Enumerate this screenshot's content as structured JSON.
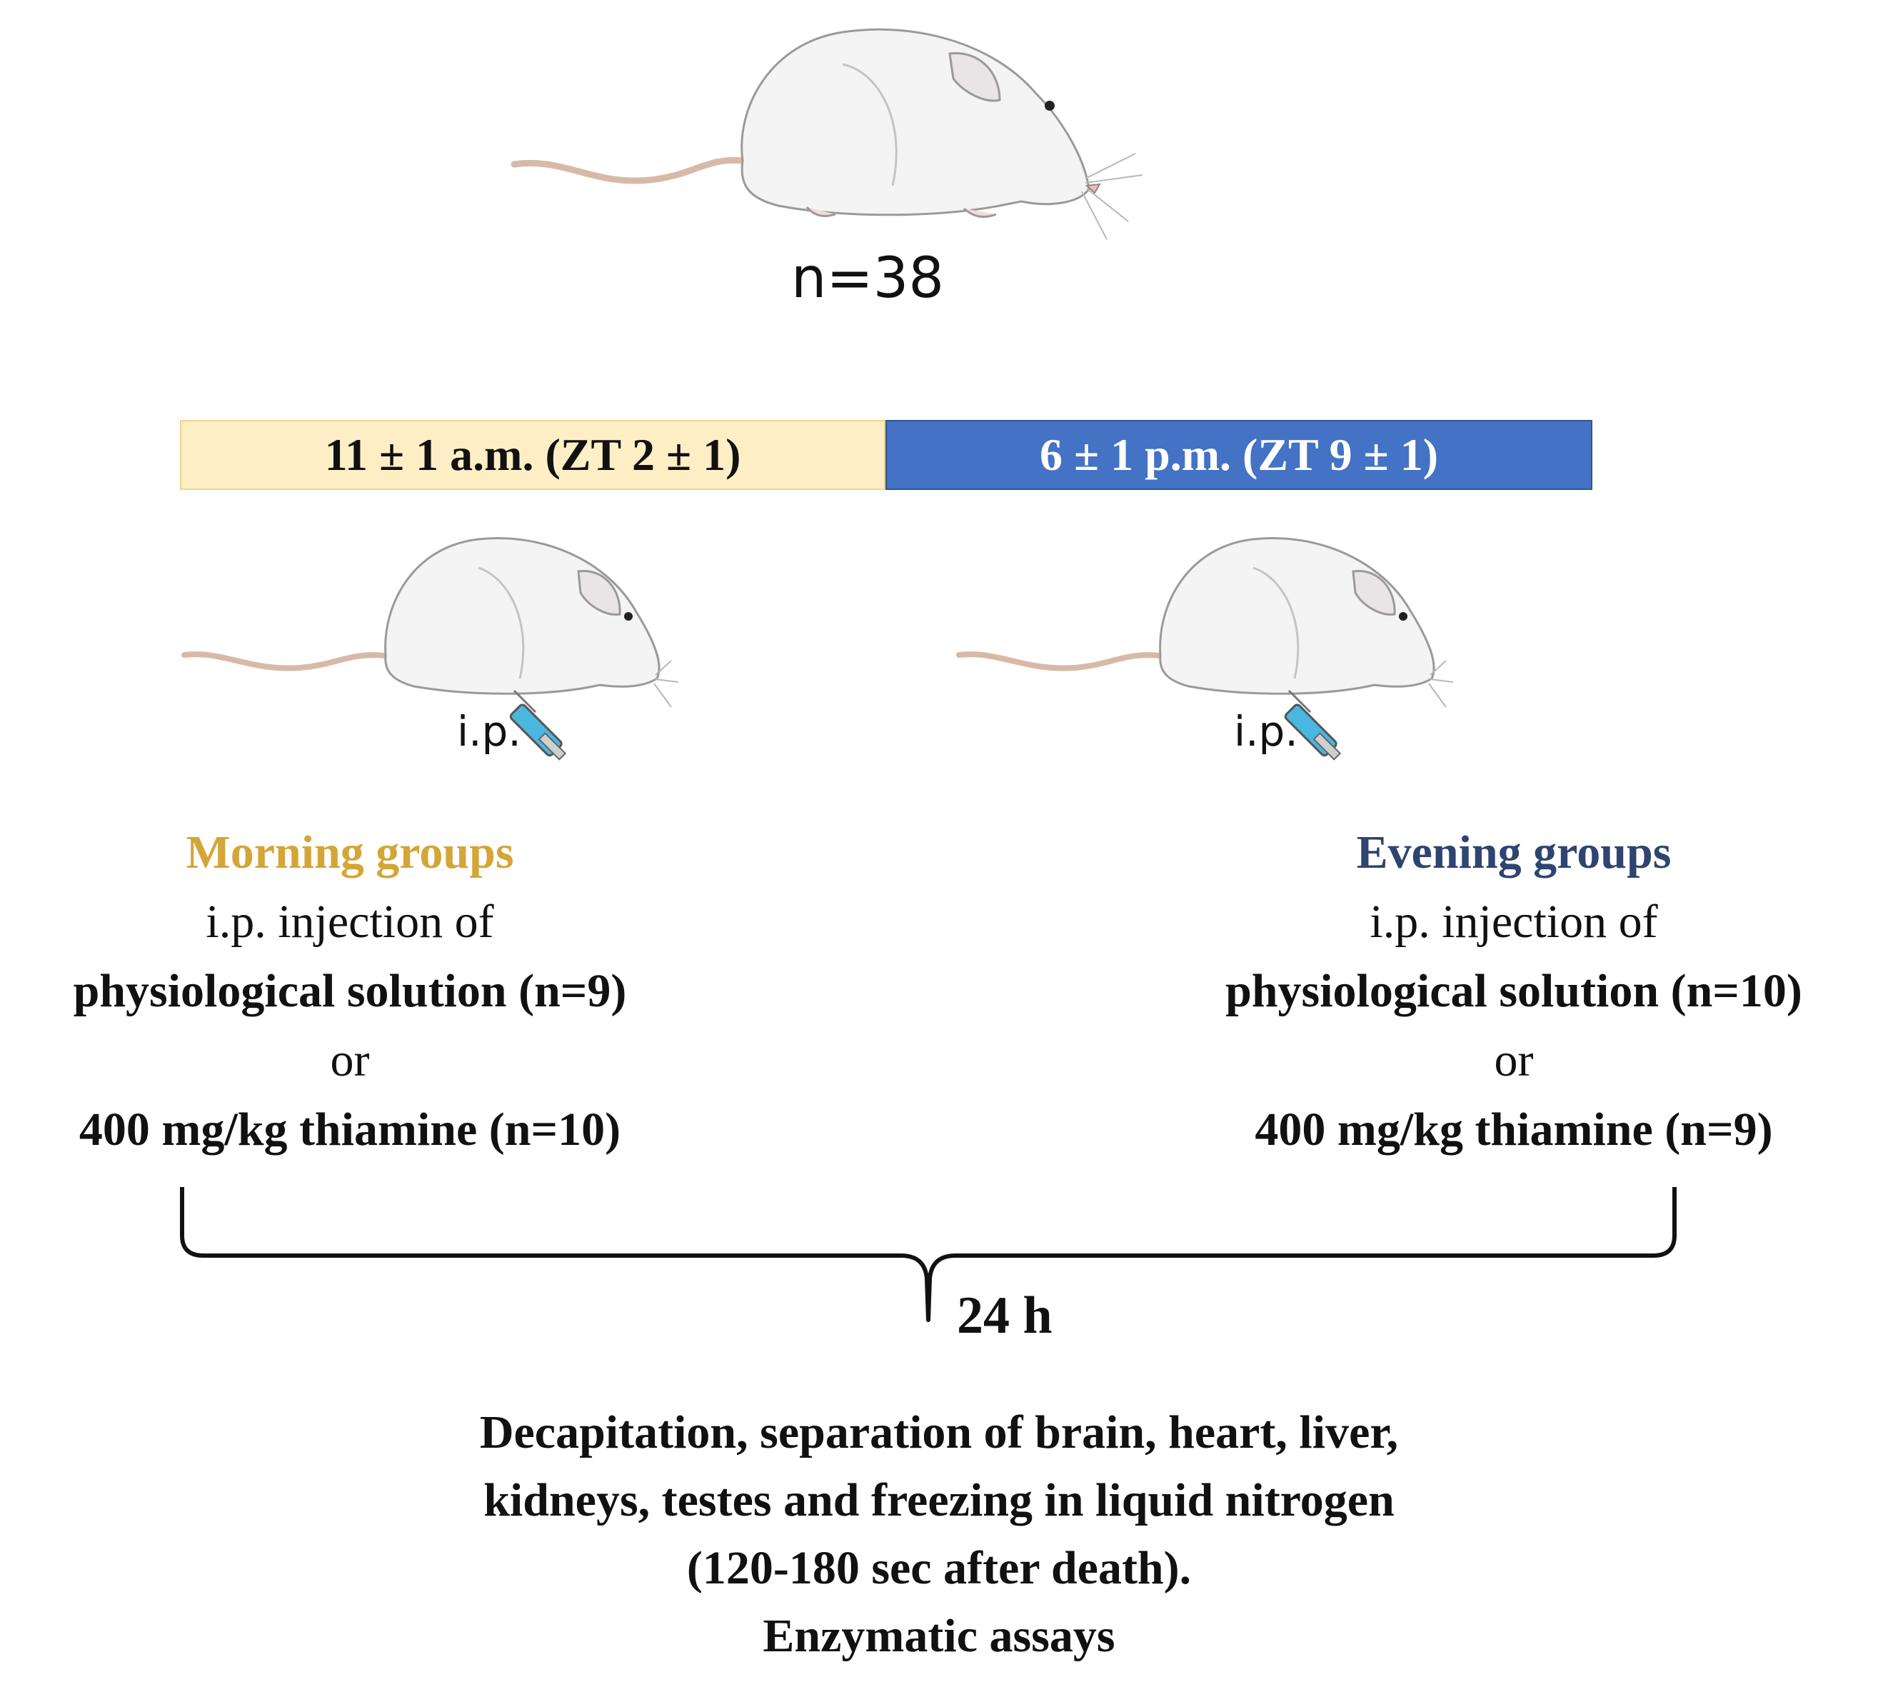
{
  "population": {
    "label": "n=38"
  },
  "time_bars": {
    "morning": {
      "label": "11 ± 1 a.m. (ZT 2 ± 1)",
      "fill": "#fdeec6"
    },
    "evening": {
      "label": "6 ± 1 p.m. (ZT 9 ± 1)",
      "fill": "#4472c4"
    }
  },
  "route_label": "i.p.",
  "groups": {
    "morning": {
      "title": "Morning groups",
      "color": "#d4a537",
      "line1": "i.p. injection of",
      "line2": "physiological solution (n=9)",
      "line3": "or",
      "line4": "400 mg/kg thiamine (n=10)"
    },
    "evening": {
      "title": "Evening groups",
      "color": "#2f4470",
      "line1": "i.p. injection of",
      "line2": "physiological solution (n=10)",
      "line3": "or",
      "line4": "400 mg/kg thiamine (n=9)"
    }
  },
  "duration": "24 h",
  "outcome": {
    "line1": "Decapitation, separation of brain, heart, liver,",
    "line2": "kidneys, testes and freezing in liquid nitrogen",
    "line3": "(120-180 sec after death).",
    "line4": "Enzymatic assays"
  },
  "icons": {
    "rat": "rat-icon",
    "syringe": "syringe-icon"
  }
}
